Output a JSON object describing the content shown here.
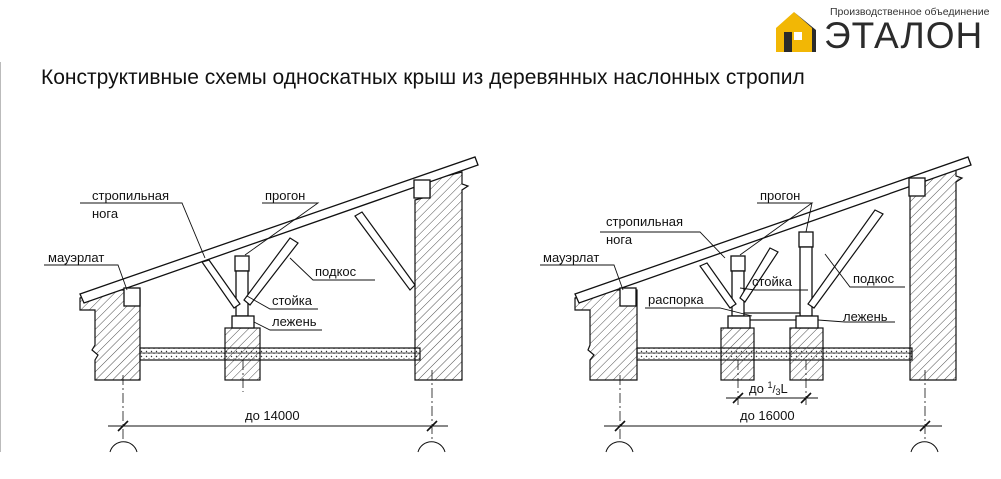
{
  "header": {
    "logo_subtitle": "Производственное объединение",
    "logo_name": "ЭТАЛОН",
    "colors": {
      "logo_yellow": "#f2b705",
      "logo_dark": "#2b2b2b"
    }
  },
  "title": "Конструктивные схемы односкатных крыш из деревянных наслонных стропил",
  "scheme_left": {
    "labels": {
      "rafter_line1": "стропильная",
      "rafter_line2": "нога",
      "wall_plate": "мауэрлат",
      "purlin": "прогон",
      "strut": "подкос",
      "post": "стойка",
      "sill": "лежень"
    },
    "span": "до 14000"
  },
  "scheme_right": {
    "labels": {
      "rafter_line1": "стропильная",
      "rafter_line2": "нога",
      "wall_plate": "мауэрлат",
      "purlin": "прогон",
      "post": "стойка",
      "strut": "подкос",
      "spacer": "распорка",
      "sill": "лежень"
    },
    "inner_dim_prefix": "до ",
    "inner_dim_frac_num": "1",
    "inner_dim_frac_den": "3",
    "inner_dim_suffix": "L",
    "span": "до 16000"
  }
}
